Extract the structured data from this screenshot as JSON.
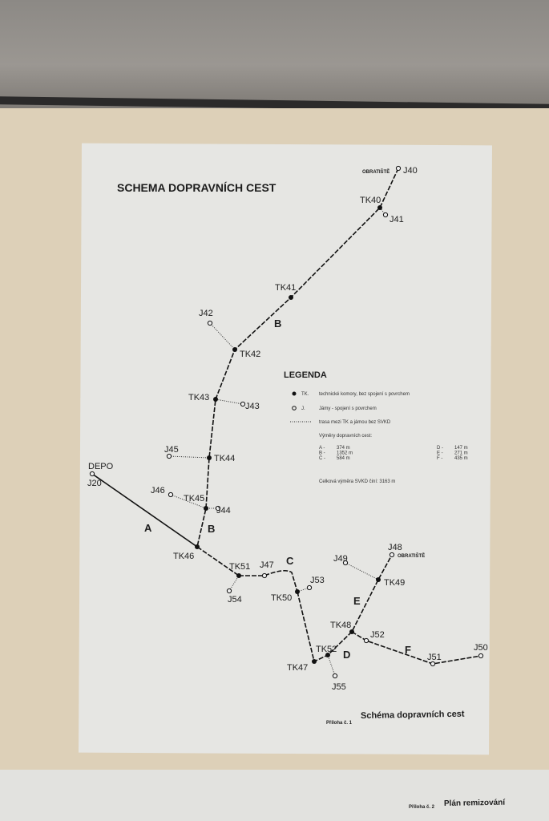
{
  "title": "SCHEMA DOPRAVNÍCH CEST",
  "nodes": {
    "J40": "J40",
    "TK40": "TK40",
    "J41": "J41",
    "TK41": "TK41",
    "J42": "J42",
    "TK42": "TK42",
    "TK43": "TK43",
    "J43": "J43",
    "J45": "J45",
    "TK44": "TK44",
    "J20": "J20",
    "DEPO": "DEPO",
    "J46": "J46",
    "TK45": "TK45",
    "J44": "J44",
    "TK46": "TK46",
    "TK51": "TK51",
    "J47": "J47",
    "J54": "J54",
    "J53": "J53",
    "TK50": "TK50",
    "J49": "J49",
    "J48": "J48",
    "TK49": "TK49",
    "TK48": "TK48",
    "J52": "J52",
    "J51": "J51",
    "J50": "J50",
    "TK52": "TK52",
    "TK47": "TK47",
    "J55": "J55",
    "OBR1": "OBRATIŠTĚ",
    "OBR2": "OBRATIŠTĚ"
  },
  "route_labels": {
    "A": "A",
    "B1": "B",
    "B2": "B",
    "C": "C",
    "D": "D",
    "E": "E",
    "F": "F"
  },
  "legend": {
    "title": "LEGENDA",
    "tk_key": "TK.",
    "tk_desc": "technické komory, bez spojení s povrchem",
    "j_key": "J.",
    "j_desc": "Jámy - spojení s povrchem",
    "line_desc": "trasa mezi TK a jámou bez SVKD",
    "lengths_title": "Výměry dopravních cest:",
    "lengths": [
      {
        "k": "A -",
        "v": "374 m"
      },
      {
        "k": "B -",
        "v": "1352 m"
      },
      {
        "k": "C -",
        "v": "584 m"
      },
      {
        "k": "D -",
        "v": "147 m"
      },
      {
        "k": "E -",
        "v": "271 m"
      },
      {
        "k": "F -",
        "v": "435 m"
      }
    ],
    "total": "Celková výměra SVKD činí:  3163 m"
  },
  "caption1": {
    "prefix": "Příloha č. 1",
    "text": "Schéma dopravních cest"
  },
  "caption2": {
    "prefix": "Příloha č. 2",
    "text": "Plán remizování"
  }
}
